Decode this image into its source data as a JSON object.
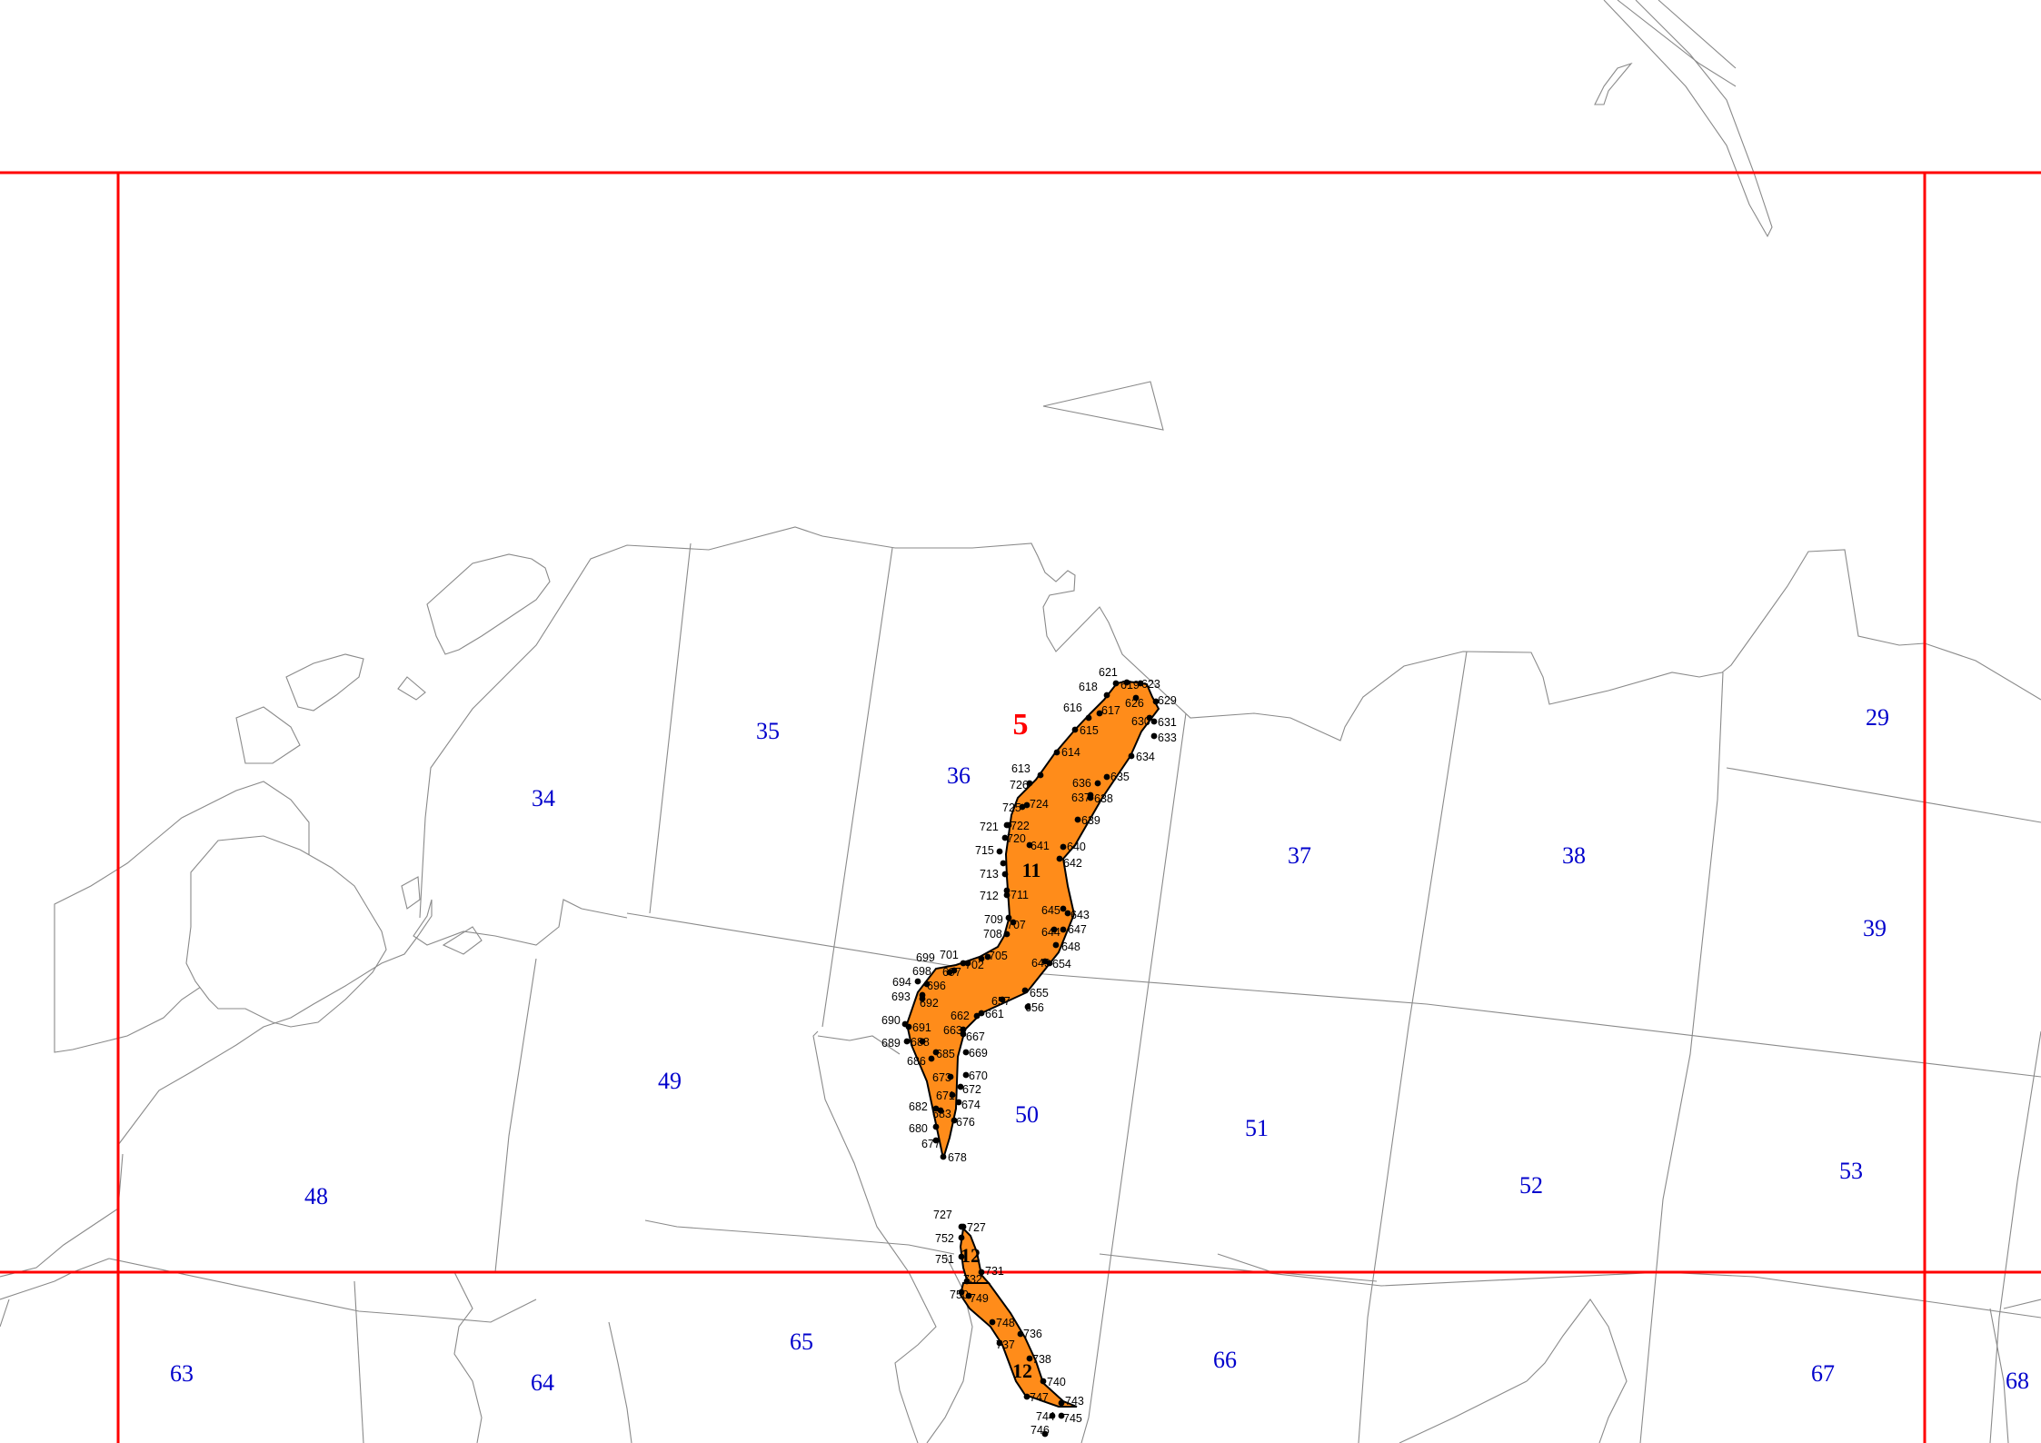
{
  "map": {
    "sheet_label": "5",
    "parcels": [
      {
        "id": "p29",
        "text": "29"
      },
      {
        "id": "p34",
        "text": "34"
      },
      {
        "id": "p35",
        "text": "35"
      },
      {
        "id": "p36",
        "text": "36"
      },
      {
        "id": "p37",
        "text": "37"
      },
      {
        "id": "p38",
        "text": "38"
      },
      {
        "id": "p39",
        "text": "39"
      },
      {
        "id": "p48",
        "text": "48"
      },
      {
        "id": "p49",
        "text": "49"
      },
      {
        "id": "p50",
        "text": "50"
      },
      {
        "id": "p51",
        "text": "51"
      },
      {
        "id": "p52",
        "text": "52"
      },
      {
        "id": "p53",
        "text": "53"
      },
      {
        "id": "p63",
        "text": "63"
      },
      {
        "id": "p64",
        "text": "64"
      },
      {
        "id": "p65",
        "text": "65"
      },
      {
        "id": "p66",
        "text": "66"
      },
      {
        "id": "p67",
        "text": "67"
      },
      {
        "id": "p68",
        "text": "68"
      }
    ],
    "highlighted_regions": [
      {
        "id": "r11",
        "text": "11"
      },
      {
        "id": "r12a",
        "text": "12"
      },
      {
        "id": "r12b",
        "text": "12"
      }
    ],
    "vertices": [
      "616",
      "617",
      "618",
      "621",
      "619",
      "623",
      "626",
      "629",
      "630",
      "631",
      "633",
      "615",
      "614",
      "634",
      "613",
      "635",
      "726",
      "636",
      "637",
      "638",
      "725",
      "724",
      "639",
      "721",
      "722",
      "640",
      "641",
      "720",
      "715",
      "642",
      "11v",
      "713",
      "712",
      "711",
      "645",
      "643",
      "709",
      "707",
      "644",
      "647",
      "708",
      "648",
      "699",
      "701",
      "705",
      "649",
      "654",
      "698",
      "697",
      "702",
      "694",
      "696",
      "655",
      "693",
      "692",
      "657",
      "656",
      "661",
      "662",
      "690",
      "691",
      "663",
      "667",
      "689",
      "688",
      "686",
      "685",
      "669",
      "673",
      "670",
      "672",
      "671",
      "674",
      "682",
      "683",
      "676",
      "680",
      "677",
      "678",
      "727a",
      "727b",
      "752",
      "751",
      "731",
      "732",
      "750",
      "749",
      "748",
      "736",
      "737",
      "738",
      "740",
      "747",
      "743",
      "744",
      "745",
      "746"
    ],
    "vertex_text": {
      "616": "616",
      "617": "617",
      "618": "618",
      "621": "621",
      "619": "619",
      "623": "623",
      "626": "626",
      "629": "629",
      "630": "630",
      "631": "631",
      "633": "633",
      "615": "615",
      "614": "614",
      "634": "634",
      "613": "613",
      "635": "635",
      "726": "726",
      "636": "636",
      "637": "637",
      "638": "638",
      "725": "725",
      "724": "724",
      "639": "639",
      "721": "721",
      "722": "722",
      "640": "640",
      "641": "641",
      "720": "720",
      "715": "715",
      "642": "642",
      "713": "713",
      "712": "712",
      "711": "711",
      "645": "645",
      "643": "643",
      "709": "709",
      "707": "707",
      "644": "644",
      "647": "647",
      "708": "708",
      "648": "648",
      "699": "699",
      "701": "701",
      "705": "705",
      "649": "649",
      "654": "654",
      "698": "698",
      "697": "697",
      "702": "702",
      "694": "694",
      "696": "696",
      "655": "655",
      "693": "693",
      "692": "692",
      "657": "657",
      "656": "656",
      "661": "661",
      "662": "662",
      "690": "690",
      "691": "691",
      "663": "663",
      "667": "667",
      "689": "689",
      "688": "688",
      "686": "686",
      "685": "685",
      "669": "669",
      "673": "673",
      "670": "670",
      "672": "672",
      "671": "671",
      "674": "674",
      "682": "682",
      "683": "683",
      "676": "676",
      "680": "680",
      "677": "677",
      "678": "678",
      "727a": "727",
      "727b": "727",
      "752": "752",
      "751": "751",
      "731": "731",
      "732": "732",
      "750": "750",
      "749": "749",
      "748": "748",
      "736": "736",
      "737": "737",
      "738": "738",
      "740": "740",
      "747": "747",
      "743": "743",
      "744": "744",
      "745": "745",
      "746": "746"
    }
  }
}
